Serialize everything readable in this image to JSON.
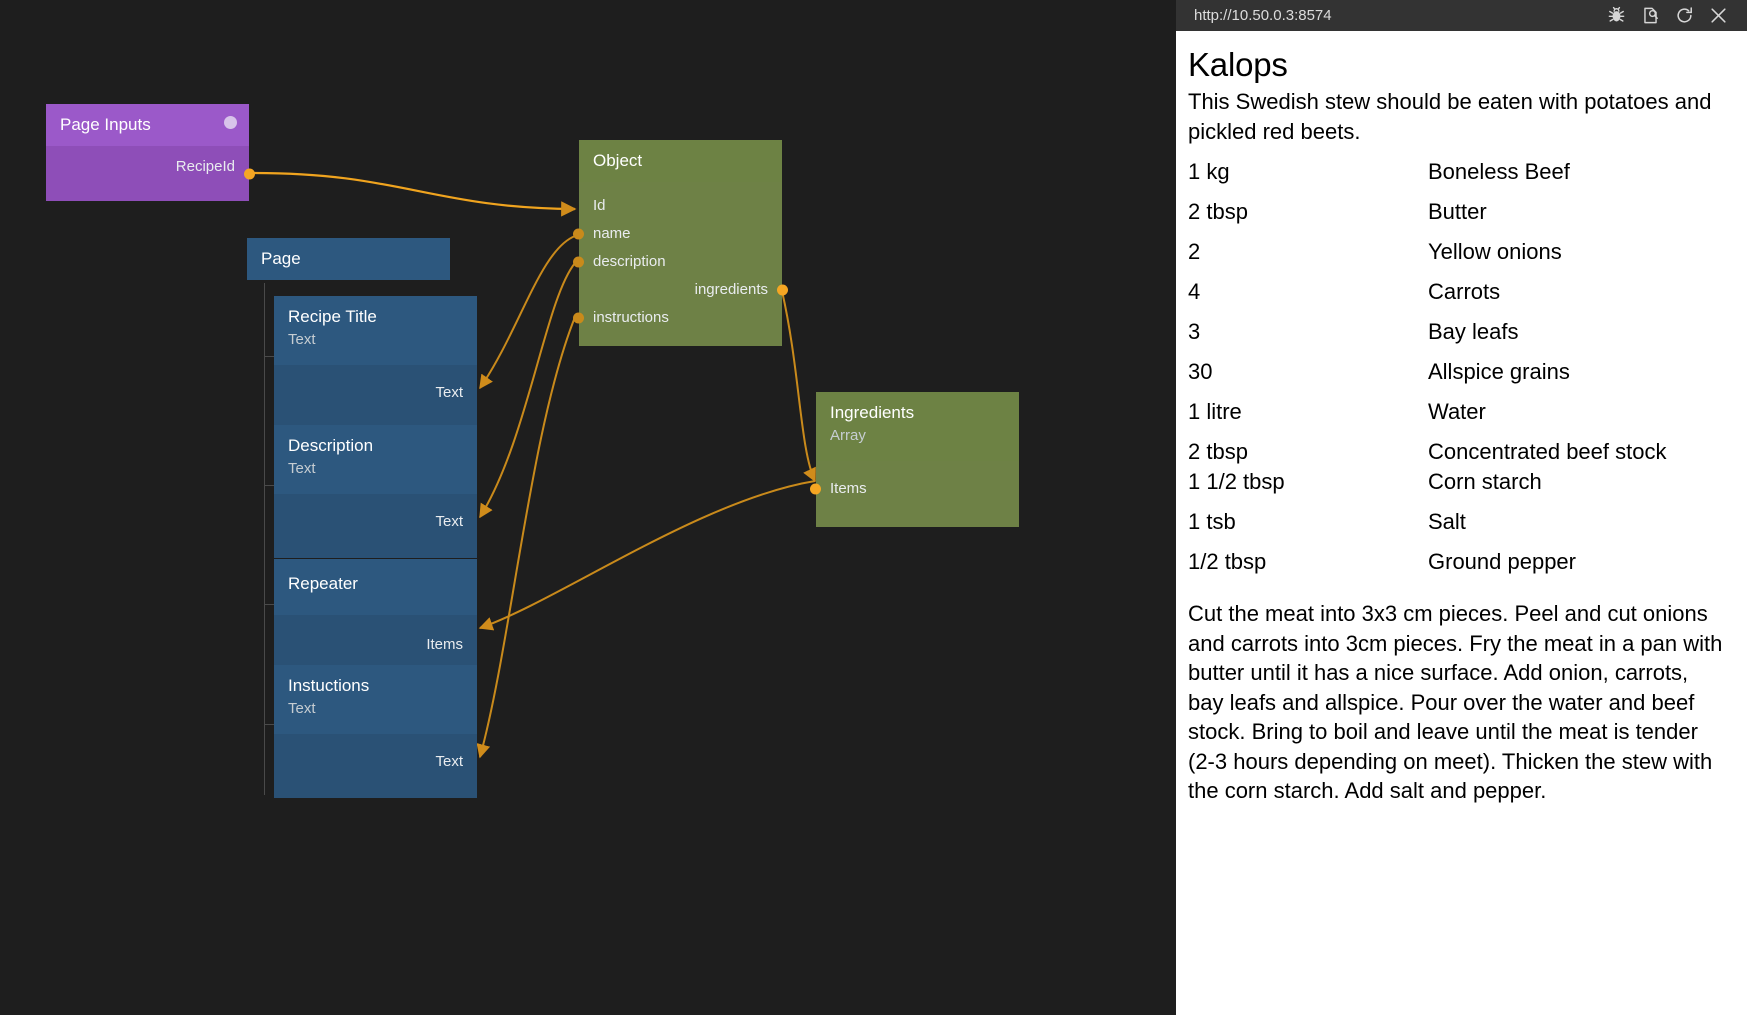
{
  "canvas": {
    "nodes": {
      "page_inputs": {
        "title": "Page Inputs",
        "ports": [
          {
            "label": "RecipeId",
            "dir": "out"
          }
        ]
      },
      "object": {
        "title": "Object",
        "inputs": [
          "Id",
          "name",
          "description",
          "instructions"
        ],
        "outputs": [
          "ingredients"
        ]
      },
      "ingredients": {
        "title": "Ingredients",
        "subtitle": "Array",
        "ports": [
          {
            "label": "Items",
            "dir": "in"
          }
        ]
      },
      "page": {
        "title": "Page"
      },
      "recipe_title": {
        "title": "Recipe Title",
        "subtitle": "Text",
        "port": "Text"
      },
      "description": {
        "title": "Description",
        "subtitle": "Text",
        "port": "Text"
      },
      "repeater": {
        "title": "Repeater",
        "port": "Items"
      },
      "instuctions": {
        "title": "Instuctions",
        "subtitle": "Text",
        "port": "Text"
      }
    },
    "colors": {
      "background": "#1e1e1e",
      "purple_header": "#9b59c9",
      "purple_body": "#8e4eb8",
      "green_header": "#6d8244",
      "green_body": "#6e8146",
      "blue_header": "#2d587f",
      "blue_body": "#2a5175",
      "wire": "#d08c1b",
      "port": "#c98a1b"
    }
  },
  "browser": {
    "url": "http://10.50.0.3:8574",
    "icons": [
      "bug-icon",
      "inspect-page-icon",
      "reload-icon",
      "close-icon"
    ]
  },
  "recipe": {
    "title": "Kalops",
    "description": "This Swedish stew should be eaten with potatoes and pickled red beets.",
    "ingredients": [
      {
        "amount": "1 kg",
        "name": "Boneless Beef"
      },
      {
        "amount": "2 tbsp",
        "name": "Butter"
      },
      {
        "amount": "2",
        "name": "Yellow onions"
      },
      {
        "amount": "4",
        "name": "Carrots"
      },
      {
        "amount": "3",
        "name": "Bay leafs"
      },
      {
        "amount": "30",
        "name": "Allspice grains"
      },
      {
        "amount": "1 litre",
        "name": "Water"
      },
      {
        "amount": "2 tbsp",
        "name": "Concentrated beef stock"
      },
      {
        "amount": "1 1/2 tbsp",
        "name": "Corn starch"
      },
      {
        "amount": "1 tsb",
        "name": "Salt"
      },
      {
        "amount": "1/2 tbsp",
        "name": "Ground pepper"
      }
    ],
    "instructions": "Cut the meat into 3x3 cm pieces. Peel and cut onions and carrots into 3cm pieces. Fry the meat in a pan with butter until it has a nice surface. Add onion, carrots, bay leafs and allspice. Pour over the water and beef stock. Bring to boil and leave until the meat is tender (2-3 hours depending on meet). Thicken the stew with the corn starch. Add salt and pepper."
  }
}
